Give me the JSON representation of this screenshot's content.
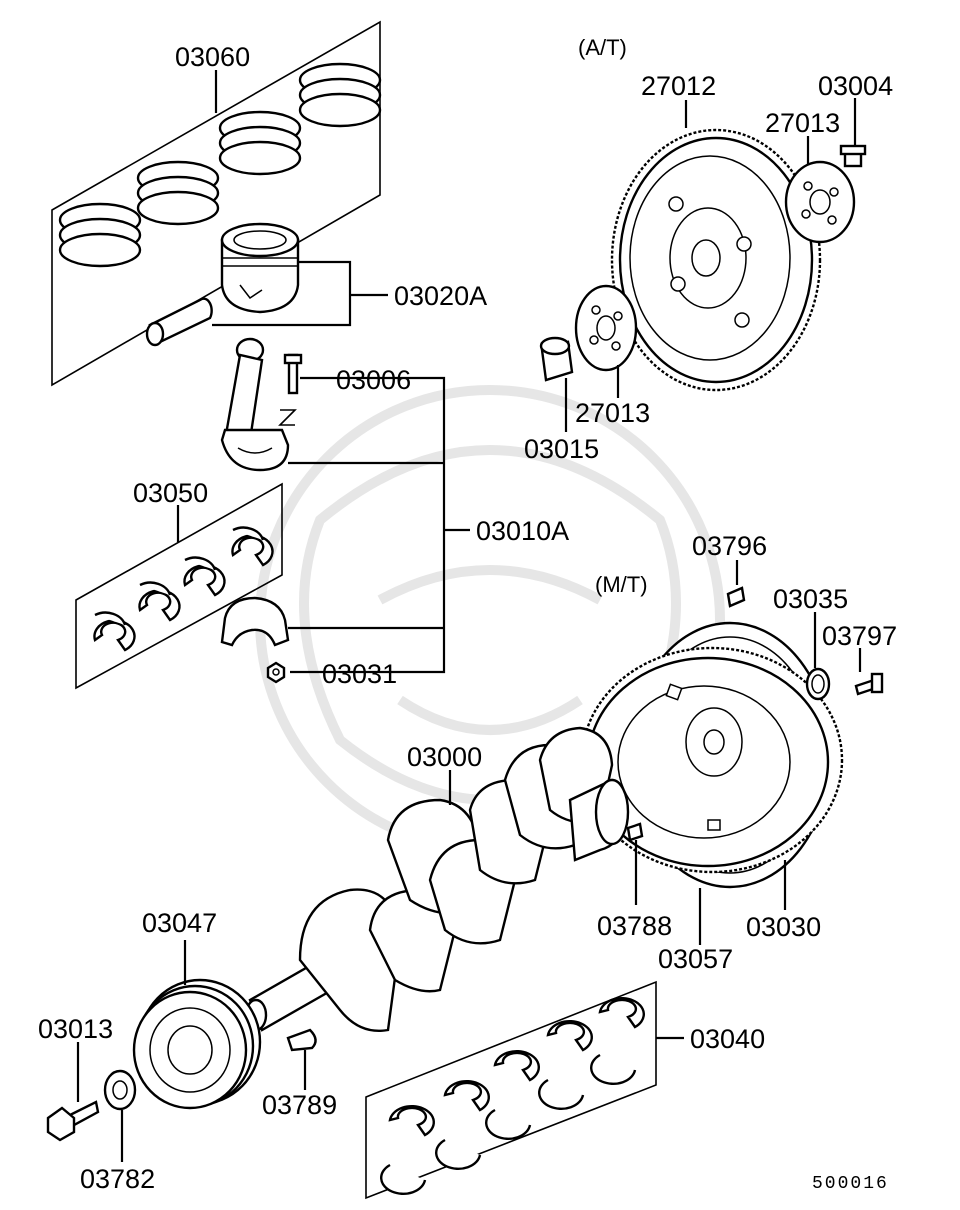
{
  "labels": {
    "rings": "03060",
    "piston": "03020A",
    "rod_bolt": "03006",
    "rod_assembly": "03010A",
    "rod_bearing": "03050",
    "rod_nut": "03031",
    "crankshaft": "03000",
    "pulley": "03047",
    "pulley_bolt": "03013",
    "washer": "03782",
    "key": "03789",
    "main_bearing": "03040",
    "dowel_pin": "03788",
    "ring_gear": "03057",
    "flywheel_mt": "03030",
    "pin_03796": "03796",
    "seal_03035": "03035",
    "bolt_03797": "03797",
    "drive_plate": "27012",
    "adapter_plate": "27013",
    "adapter_plate_2": "27013",
    "bolt_03004": "03004",
    "bushing_03015": "03015"
  },
  "notes": {
    "at": "(A/T)",
    "mt": "(M/T)"
  },
  "diagram_code": "500016",
  "colors": {
    "line": "#000000",
    "background": "#ffffff",
    "watermark": "#e6e6e6"
  }
}
